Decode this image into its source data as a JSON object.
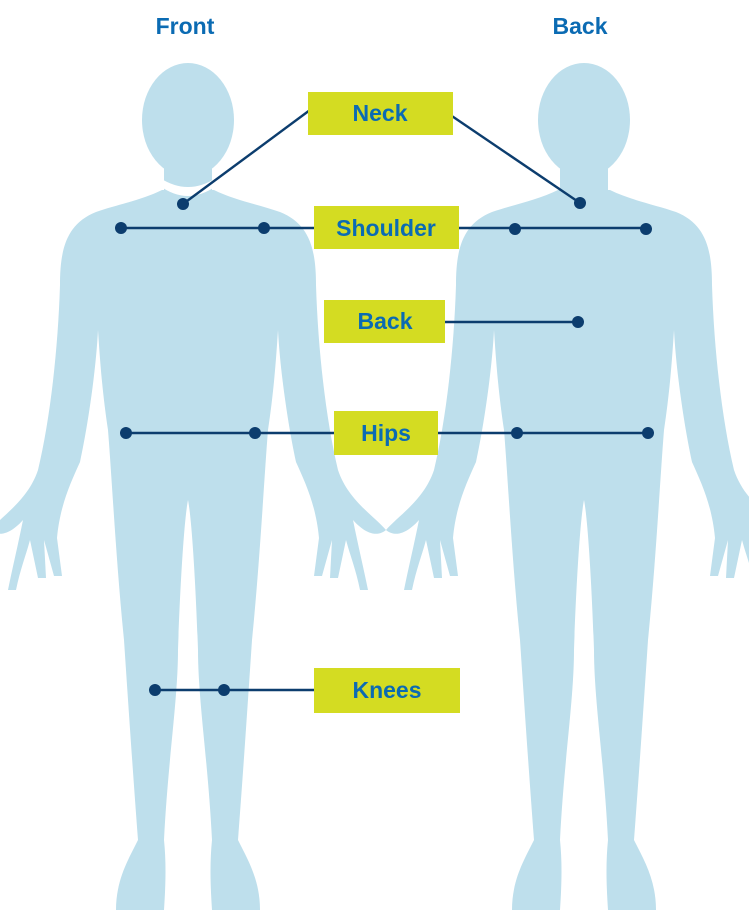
{
  "views": {
    "front_label": "Front",
    "back_label": "Back"
  },
  "labels": {
    "neck": "Neck",
    "shoulder": "Shoulder",
    "back": "Back",
    "hips": "Hips",
    "knees": "Knees"
  },
  "colors": {
    "body": "#bedfec",
    "tag": "#d4dc22",
    "text": "#0b6bb3",
    "line": "#0c3d6e"
  }
}
